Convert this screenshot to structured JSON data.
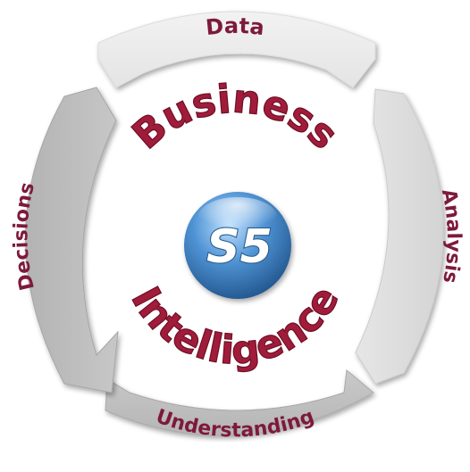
{
  "cycle": {
    "segments": [
      {
        "label": "Data"
      },
      {
        "label": "Analysis"
      },
      {
        "label": "Understanding"
      },
      {
        "label": "Decisions"
      }
    ]
  },
  "center": {
    "top_word": "Business",
    "bottom_word": "Intelligence",
    "logo_text": "S5"
  },
  "colors": {
    "label": "#7d1a3c",
    "arc_word": "#a01c3a",
    "segment_light": "#eaeaea",
    "segment_mid": "#d2d2d2",
    "segment_dark": "#b9b9b9",
    "logo_blue": "#3d7fc0"
  }
}
